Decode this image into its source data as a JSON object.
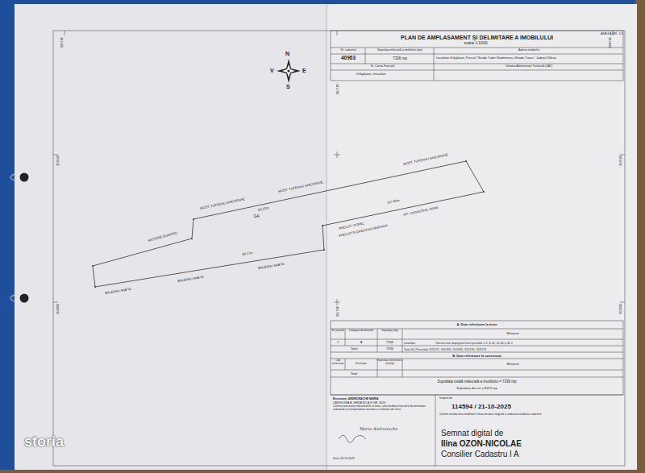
{
  "diagram": {
    "title": "PLAN DE AMPLASAMENT ȘI DELIMITARE A IMOBILULUI",
    "nodes": [
      {
        "text": [
          "1A"
        ]
      }
    ],
    "labels": [
      "ANEXA NR. 1.6",
      "scara 1:1000",
      "Nr. cadastral",
      "Suprafața măsurată a imobilului (mp)",
      "Adresa imobilului",
      "40963",
      "7336 mp",
      "Localitate Drăgășani, Punctul \"Strada Tudor Vladimirescu-Strada Traian\", Județul Vâlcea",
      "Nr. Cartea Funciară",
      "Unitatea Administrativ Teritorială (UAT)",
      "Drăgășani, intravilan",
      "N",
      "S",
      "V",
      "E",
      "341600",
      "341700",
      "341800",
      "302100",
      "302000",
      "302100",
      "302000",
      "341700",
      "MOST. TUFEANU GHEORGHE",
      "MOST. TUFEANU GHEORGHE",
      "MOST. TUFEANU GHEORGHE",
      "NASTASE DUMITRU",
      "BALEANU ANETA",
      "BALEANU ANETA",
      "BALEANU ANETA",
      "PRECUT VIOREL",
      "PRECUT FLORENTINA MARIANA",
      "NR. CADASTRAL 39340",
      "83.23m",
      "107.80m",
      "58.17m",
      "A. Date referitoare la teren",
      "Nr. parcelă",
      "Categoria de folosință",
      "Suprafața (mp)",
      "Mențiuni",
      "1",
      "A",
      "7336",
      "intravilan",
      "Terenul este împrejmuit între punctele 1-2, 6-14, 15-26 și 31-1",
      "Total",
      "7336",
      "Tarla 34 | Parcelele 702/172, 702/169, 702/183, 702/176, 702/173",
      "B. Date referitoare la construcții",
      "Cod construcție",
      "Destinație",
      "Suprafața construită la sol (mp)",
      "Mențiuni",
      "Total",
      "Suprafața totală măsurată a imobilului = 7336 mp",
      "Suprafața din act = 8013 mp",
      "Executant: ANDRONACHE MARIA",
      "CATEGORIA B, SERIA RO-B-F, NR. 0626",
      "Confirm executarea măsurătorilor la teren, corectitudinea întocmirii documentației cadastrale și corespondența acesteia cu realitatea din teren",
      "Maria Andronache",
      "Data: 09.10.2025",
      "Inspector",
      "114594 / 21-10-2025",
      "Confirm introducerea imobilului în baza de date integrată și atribuirea numărului cadastral",
      "Semnat digital de",
      "Ilina OZON-NICOLAE",
      "Consilier Cadastru I A",
      "storia"
    ]
  }
}
